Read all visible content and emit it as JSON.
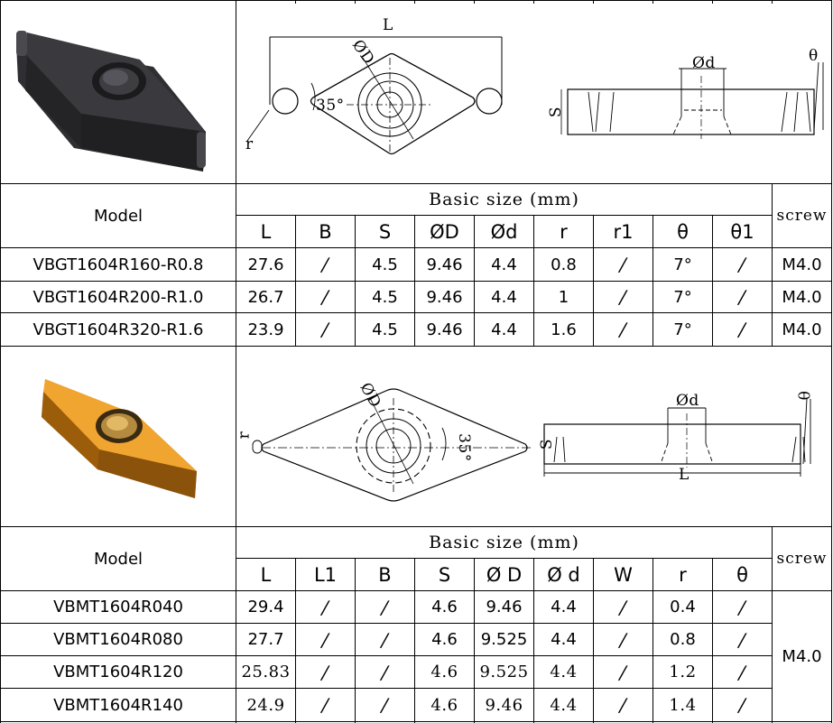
{
  "section1": {
    "image_alt": "VBGT insert",
    "diagram": {
      "L": "L",
      "phiD": "ØD",
      "angle": "35°",
      "r": "r",
      "phid": "Ød",
      "S": "S",
      "theta": "θ"
    },
    "header": {
      "model": "Model",
      "basic_size": "Basic size (mm)",
      "screw": "screw",
      "cols": [
        "L",
        "B",
        "S",
        "ØD",
        "Ød",
        "r",
        "r1",
        "θ",
        "θ1"
      ]
    },
    "rows": [
      {
        "model": "VBGT1604R160-R0.8",
        "values": [
          "27.6",
          "/",
          "4.5",
          "9.46",
          "4.4",
          "0.8",
          "/",
          "7°",
          "/"
        ],
        "screw": "M4.0"
      },
      {
        "model": "VBGT1604R200-R1.0",
        "values": [
          "26.7",
          "/",
          "4.5",
          "9.46",
          "4.4",
          "1",
          "/",
          "7°",
          "/"
        ],
        "screw": "M4.0"
      },
      {
        "model": "VBGT1604R320-R1.6",
        "values": [
          "23.9",
          "/",
          "4.5",
          "9.46",
          "4.4",
          "1.6",
          "/",
          "7°",
          "/"
        ],
        "screw": "M4.0"
      }
    ]
  },
  "section2": {
    "image_alt": "VBMT insert",
    "diagram": {
      "r": "r",
      "phiD": "ØD",
      "angle": "35°",
      "phid": "Ød",
      "S": "S",
      "L": "L",
      "theta": "θ"
    },
    "header": {
      "model": "Model",
      "basic_size": "Basic size (mm)",
      "screw": "screw",
      "cols": [
        "L",
        "L1",
        "B",
        "S",
        "Ø D",
        "Ø d",
        "W",
        "r",
        "θ"
      ]
    },
    "rows": [
      {
        "model": "VBMT1604R040",
        "values": [
          "29.4",
          "/",
          "/",
          "4.6",
          "9.46",
          "4.4",
          "/",
          "0.4",
          "/"
        ]
      },
      {
        "model": "VBMT1604R080",
        "values": [
          "27.7",
          "/",
          "/",
          "4.6",
          "9.525",
          "4.4",
          "/",
          "0.8",
          "/"
        ]
      },
      {
        "model": "VBMT1604R120",
        "values": [
          "25.83",
          "/",
          "/",
          "4.6",
          "9.525",
          "4.4",
          "/",
          "1.2",
          "/"
        ]
      },
      {
        "model": "VBMT1604R140",
        "values": [
          "24.9",
          "/",
          "/",
          "4.6",
          "9.46",
          "4.4",
          "/",
          "1.4",
          "/"
        ]
      }
    ],
    "screw_value": "M4.0"
  }
}
